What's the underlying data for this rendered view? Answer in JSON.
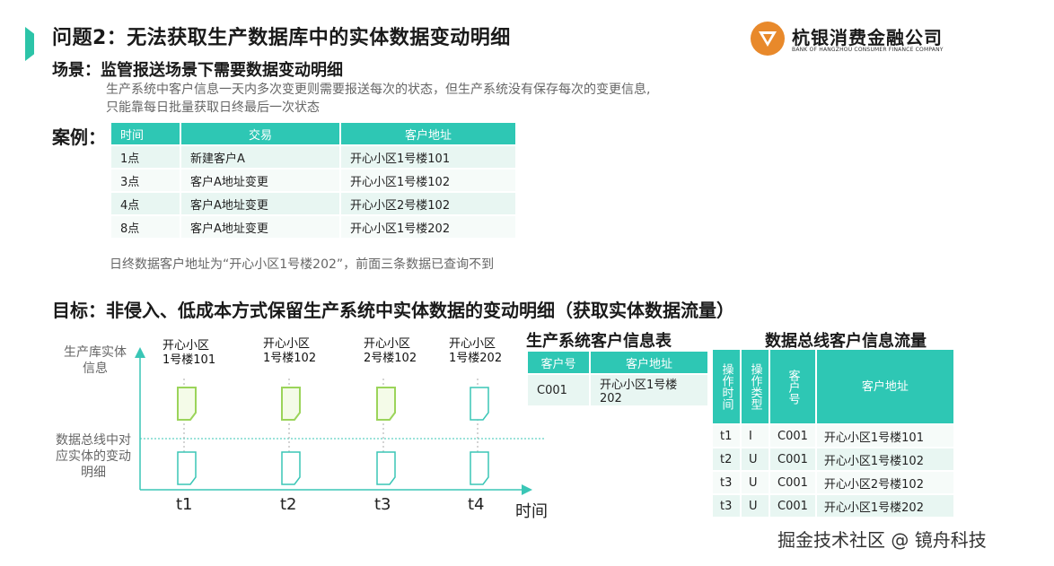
{
  "header": {
    "title": "问题2：无法获取生产数据库中的实体数据变动明细",
    "logo": {
      "name_cn": "杭银消费金融公司",
      "name_en": "BANK OF HANGZHOU CONSUMER FINANCE COMPANY"
    }
  },
  "scene": {
    "title": "场景：监管报送场景下需要数据变动明细",
    "desc_line1": "生产系统中客户信息一天内多次变更则需要报送每次的状态，但生产系统没有保存每次的变更信息,",
    "desc_line2": "只能靠每日批量获取日终最后一次状态"
  },
  "case": {
    "label": "案例：",
    "headers": [
      "时间",
      "交易",
      "客户地址"
    ],
    "rows": [
      [
        "1点",
        "新建客户A",
        "开心小区1号楼101"
      ],
      [
        "3点",
        "客户A地址变更",
        "开心小区1号楼102"
      ],
      [
        "4点",
        "客户A地址变更",
        "开心小区2号楼102"
      ],
      [
        "8点",
        "客户A地址变更",
        "开心小区1号楼202"
      ]
    ],
    "note": "日终数据客户地址为“开心小区1号楼202”，前面三条数据已查询不到"
  },
  "goal": "目标：非侵入、低成本方式保留生产系统中实体数据的变动明细（获取实体数据流量）",
  "diagram": {
    "row1_label_l1": "生产库实体",
    "row1_label_l2": "信息",
    "row2_label_l1": "数据总线中对",
    "row2_label_l2": "应实体的变动",
    "row2_label_l3": "明细",
    "entities": [
      {
        "l1": "开心小区",
        "l2": "1号楼101"
      },
      {
        "l1": "开心小区",
        "l2": "1号楼102"
      },
      {
        "l1": "开心小区",
        "l2": "2号楼102"
      },
      {
        "l1": "开心小区",
        "l2": "1号楼202"
      }
    ],
    "times": [
      "t1",
      "t2",
      "t3",
      "t4"
    ],
    "axis_label": "时间"
  },
  "prod_table": {
    "title": "生产系统客户信息表",
    "headers": [
      "客户号",
      "客户地址"
    ],
    "rows": [
      [
        "C001",
        "开心小区1号楼202"
      ]
    ]
  },
  "bus_table": {
    "title": "数据总线客户信息流量",
    "headers": [
      "操作时间",
      "操作类型",
      "客户号",
      "客户地址"
    ],
    "rows": [
      [
        "t1",
        "I",
        "C001",
        "开心小区1号楼101"
      ],
      [
        "t2",
        "U",
        "C001",
        "开心小区1号楼102"
      ],
      [
        "t3",
        "U",
        "C001",
        "开心小区2号楼102"
      ],
      [
        "t3",
        "U",
        "C001",
        "开心小区1号楼202"
      ]
    ]
  },
  "watermark": "掘金技术社区 @ 镜舟科技",
  "colors": {
    "accent": "#2cc4a8",
    "header_bg": "#2ec7b4",
    "row_bg": "#e8f6f2",
    "doc_green": "#9bd45a",
    "doc_teal": "#3ac6b6",
    "logo_orange": "#e8892b"
  }
}
